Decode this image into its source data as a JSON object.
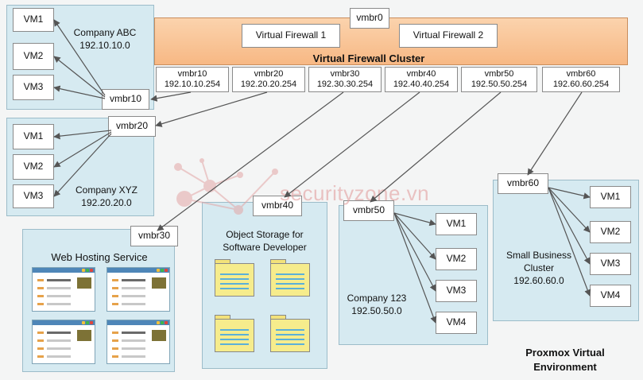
{
  "firewall": {
    "cluster_label": "Virtual Firewall Cluster",
    "fw1": "Virtual Firewall 1",
    "fw2": "Virtual Firewall 2",
    "bridge_top": "vmbr0",
    "ports": [
      {
        "name": "vmbr10",
        "ip": "192.10.10.254"
      },
      {
        "name": "vmbr20",
        "ip": "192.20.20.254"
      },
      {
        "name": "vmbr30",
        "ip": "192.30.30.254"
      },
      {
        "name": "vmbr40",
        "ip": "192.40.40.254"
      },
      {
        "name": "vmbr50",
        "ip": "192.50.50.254"
      },
      {
        "name": "vmbr60",
        "ip": "192.60.60.254"
      }
    ]
  },
  "abc": {
    "name": "Company ABC",
    "subnet": "192.10.10.0",
    "bridge": "vmbr10",
    "vms": [
      "VM1",
      "VM2",
      "VM3"
    ]
  },
  "xyz": {
    "name": "Company XYZ",
    "subnet": "192.20.20.0",
    "bridge": "vmbr20",
    "vms": [
      "VM1",
      "VM2",
      "VM3"
    ]
  },
  "web": {
    "name": "Web Hosting Service",
    "bridge": "vmbr30"
  },
  "storage": {
    "name_line1": "Object Storage for",
    "name_line2": "Software Developer",
    "bridge": "vmbr40"
  },
  "c123": {
    "name": "Company 123",
    "subnet": "192.50.50.0",
    "bridge": "vmbr50",
    "vms": [
      "VM1",
      "VM2",
      "VM3",
      "VM4"
    ]
  },
  "sbc": {
    "name_line1": "Small Business",
    "name_line2": "Cluster",
    "subnet": "192.60.60.0",
    "bridge": "vmbr60",
    "vms": [
      "VM1",
      "VM2",
      "VM3",
      "VM4"
    ]
  },
  "footer": {
    "line1": "Proxmox Virtual",
    "line2": "Environment"
  },
  "watermark": "securityzone.vn"
}
